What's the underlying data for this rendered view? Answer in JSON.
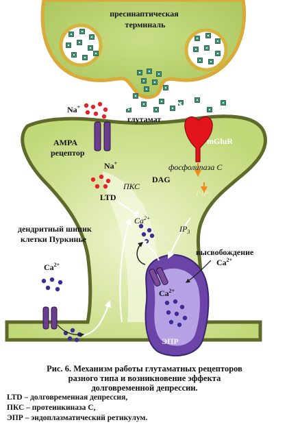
{
  "labels": {
    "presynaptic": [
      "пресинаптическая",
      "терминаль"
    ],
    "glutamate": "глутамат",
    "na_top": "Na",
    "ampa": [
      "AMPA",
      "рецептор"
    ],
    "mglur": "mGluR",
    "na_mid": "Na",
    "plc": "фосфолипаза С",
    "dag": "DAG",
    "pkc": "ПКС",
    "ltd": "LTD",
    "pip2": "PIP",
    "ca_mid": "Ca",
    "ip3": "IP",
    "spine": [
      "дендритный шипик",
      "клетки Пуркинье"
    ],
    "ca_left": "Ca",
    "release": [
      "высвобождение",
      "Ca"
    ],
    "ca_er": "Ca",
    "er": "ЭПР",
    "plus": "+",
    "two_plus": "2+",
    "sub2": "2",
    "sub3": "3"
  },
  "caption": {
    "title": [
      "Рис. 6. Механизм работы глутаматных рецепторов",
      "разного  типа и возникновение эффекта",
      "долговременной депрессии."
    ],
    "legend": [
      "LTD – долговременная депрессия,",
      "ПКС – протеинкиназа С,",
      "ЭПР – эндоплазматический ретикулум."
    ]
  },
  "colors": {
    "membrane": "#5e6a2a",
    "cytoplasm": "#c7dc84",
    "cytoplasm_light": "#e4efbd",
    "vesicle_ring": "#d7b33e",
    "vesicle_fill": "#ffffff",
    "glutamate": "#3f8f73",
    "sodium": "#e8202a",
    "calcium": "#3b2d98",
    "channel": "#6b3d8f",
    "er": "#6b44a8",
    "mglur": "#e3131c",
    "orange_arrow": "#f08a1c",
    "arrow": "#ffffff"
  }
}
